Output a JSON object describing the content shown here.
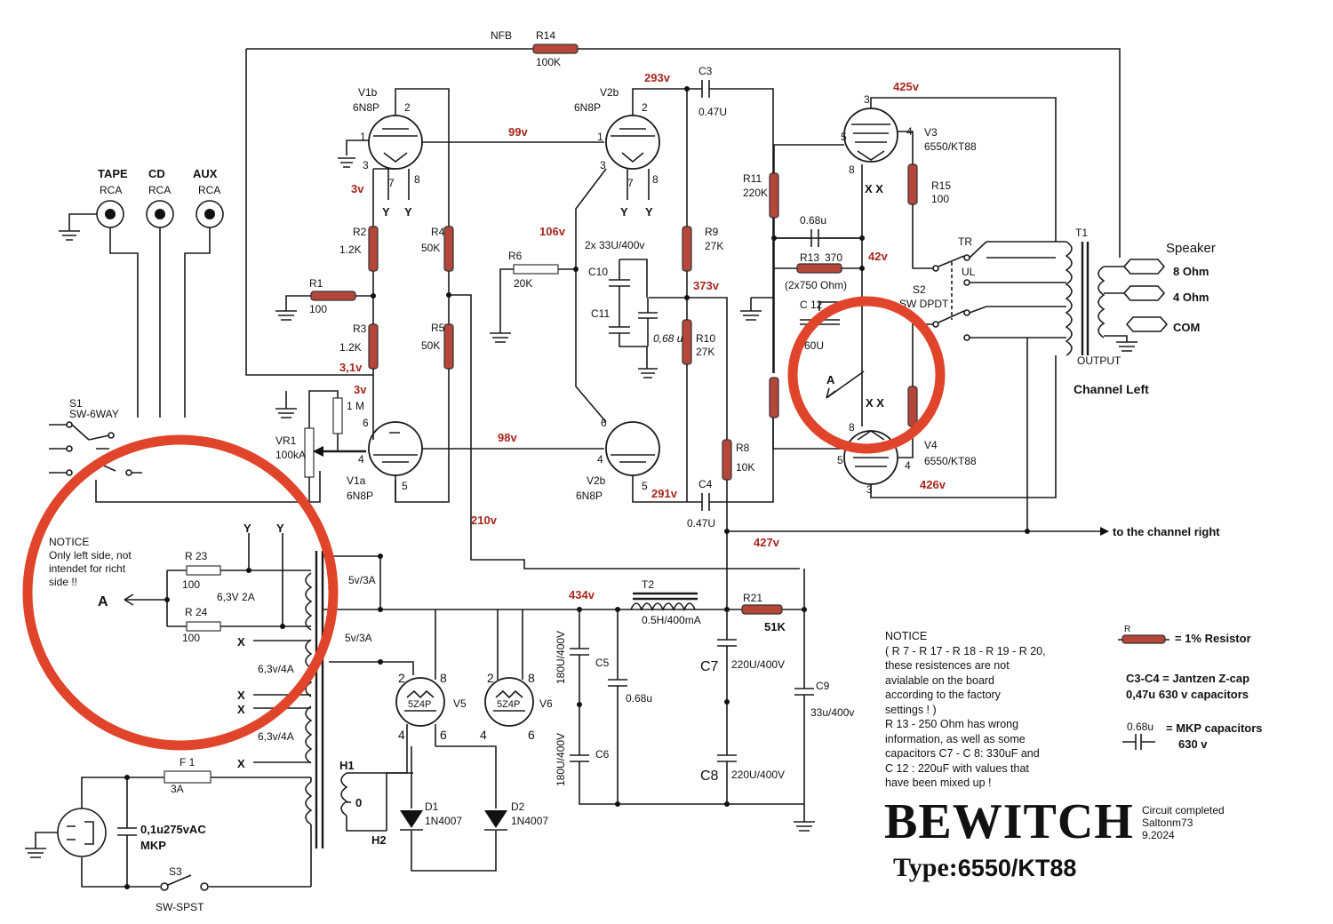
{
  "feedback": {
    "label": "NFB",
    "resistor": "R14",
    "value": "100K"
  },
  "inputs": {
    "tape": {
      "name": "TAPE",
      "type": "RCA"
    },
    "cd": {
      "name": "CD",
      "type": "RCA"
    },
    "aux": {
      "name": "AUX",
      "type": "RCA"
    },
    "selector": {
      "name": "S1",
      "type": "SW-6WAY"
    }
  },
  "tubes": {
    "v1b": {
      "name": "V1b",
      "type": "6N8P"
    },
    "v1a": {
      "name": "V1a",
      "type": "6N8P"
    },
    "v2b_top": {
      "name": "V2b",
      "type": "6N8P"
    },
    "v2b_bottom": {
      "name": "V2b",
      "type": "6N8P"
    },
    "v3": {
      "name": "V3",
      "type": "6550/KT88"
    },
    "v4": {
      "name": "V4",
      "type": "6550/KT88"
    },
    "v5": {
      "name": "V5",
      "type": "5Z4P"
    },
    "v6": {
      "name": "V6",
      "type": "5Z4P"
    }
  },
  "resistors": {
    "r1": {
      "name": "R1",
      "value": "100"
    },
    "r2": {
      "name": "R2",
      "value": "1.2K"
    },
    "r3": {
      "name": "R3",
      "value": "1.2K"
    },
    "r4": {
      "name": "R4",
      "value": "50K"
    },
    "r5": {
      "name": "R5",
      "value": "50K"
    },
    "r6": {
      "name": "R6",
      "value": "20K"
    },
    "r8": {
      "name": "R8",
      "value": "10K"
    },
    "r9": {
      "name": "R9",
      "value": "27K"
    },
    "r10": {
      "name": "R10",
      "value": "27K"
    },
    "r11": {
      "name": "R11",
      "value": "220K"
    },
    "r13": {
      "name": "R13",
      "value": "370",
      "note": "(2x750 Ohm)"
    },
    "r15": {
      "name": "R15",
      "value": "100"
    },
    "r21": {
      "name": "R21",
      "value": "51K"
    },
    "r23": {
      "name": "R 23",
      "value": "100"
    },
    "r24": {
      "name": "R 24",
      "value": "100"
    },
    "vr1": {
      "name": "VR1",
      "value": "100kA"
    },
    "r1m": {
      "value": "1 M"
    }
  },
  "capacitors": {
    "c3": {
      "name": "C3",
      "value": "0.47U"
    },
    "c4": {
      "name": "C4",
      "value": "0.47U"
    },
    "c10_c11": {
      "c10": "C10",
      "c11": "C11",
      "value": "2x 33U/400v"
    },
    "c10_bypass": "0,68 u",
    "c_grid": "0.68u",
    "c12": {
      "name": "C 12",
      "value": "60U"
    },
    "c5": {
      "name": "C5",
      "value": "180U/400V"
    },
    "c6": {
      "name": "C6",
      "value": "180U/400V"
    },
    "c_mid": "0.68u",
    "c7": {
      "name": "C7",
      "value": "220U/400V"
    },
    "c8": {
      "name": "C8",
      "value": "220U/400V"
    },
    "c9": {
      "name": "C9",
      "value": "33u/400v"
    },
    "mains": {
      "value": "0,1u275vAC",
      "type": "MKP"
    }
  },
  "voltages": {
    "v99": "99v",
    "v3a": "3v",
    "v31": "3,1v",
    "v3b": "3v",
    "v293": "293v",
    "v106": "106v",
    "v373": "373v",
    "v98": "98v",
    "v291": "291v",
    "v425": "425v",
    "v42": "42v",
    "v426": "426v",
    "v210": "210v",
    "v427": "427v",
    "v434": "434v"
  },
  "output": {
    "switch": {
      "name": "S2",
      "type": "SW DPDT",
      "tr": "TR",
      "ul": "UL"
    },
    "transformer": {
      "name": "T1",
      "label": "OUTPUT"
    },
    "speaker": {
      "title": "Speaker",
      "tap8": "8 Ohm",
      "tap4": "4 Ohm",
      "com": "COM"
    },
    "channel": "Channel Left",
    "to_right": "to the channel right"
  },
  "power": {
    "choke": {
      "name": "T2",
      "value": "0.5H/400mA"
    },
    "heater_63_2a": "6,3V 2A",
    "sec_5v3a_top": "5v/3A",
    "sec_5v3a": "5v/3A",
    "sec_63_4a_1": "6,3v/4A",
    "sec_63_4a_2": "6,3v/4A",
    "fuse": {
      "name": "F 1",
      "value": "3A"
    },
    "switch": {
      "name": "S3",
      "type": "SW-SPST"
    },
    "d1": {
      "name": "D1",
      "type": "1N4007"
    },
    "d2": {
      "name": "D2",
      "type": "1N4007"
    },
    "h1": "H1",
    "h2": "H2",
    "h0": "0",
    "x": "X",
    "y": "Y",
    "a": "A",
    "xx": "X X"
  },
  "notice_left": {
    "title": "NOTICE",
    "lines": [
      "Only left side, not",
      "intendet for richt",
      "side !!"
    ]
  },
  "notice_right": {
    "title": "NOTICE",
    "lines": [
      "( R 7 - R 17 - R 18 - R 19 - R 20,",
      "these resistences are not",
      "avialable on the board",
      "according to the factory",
      "settings ! )",
      "R 13 - 250 Ohm has wrong",
      "information, as well as some",
      "capacitors C7 - C 8: 330uF and",
      "C 12 : 220uF with values that",
      "have been mixed up !"
    ]
  },
  "legend": {
    "r_symbol": "R",
    "resistor": "= 1% Resistor",
    "jantzen_1": "C3-C4 = Jantzen Z-cap",
    "jantzen_2": "0,47u 630 v capacitors",
    "mkp_value": "0.68u",
    "mkp_1": "= MKP capacitors",
    "mkp_2": "630 v"
  },
  "branding": {
    "title": "BEWITCH",
    "type_label": "Type:",
    "type_value": "6550/KT88",
    "credit_1": "Circuit completed",
    "credit_2": "Saltonm73",
    "credit_3": "9.2024"
  },
  "colors": {
    "resistor": "#b5463a",
    "voltage": "#a8261c",
    "highlight": "#e0452b"
  }
}
